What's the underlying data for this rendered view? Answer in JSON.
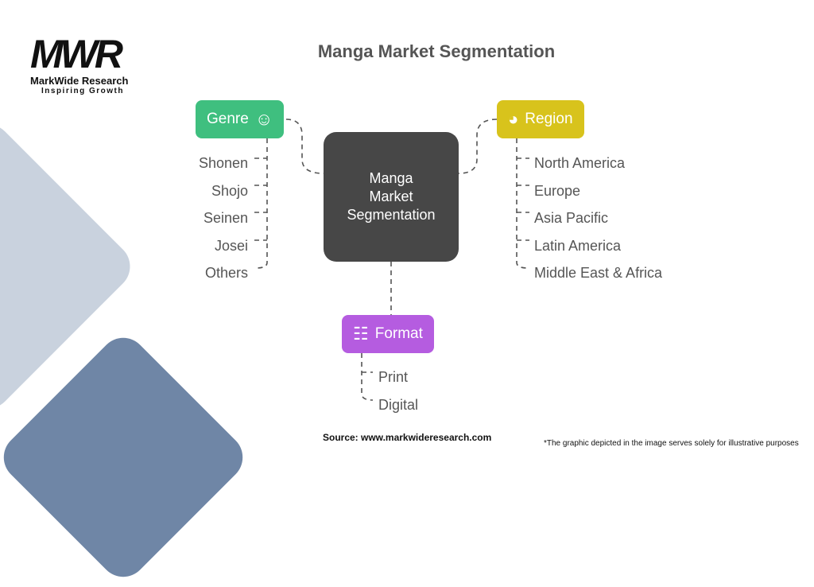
{
  "logo": {
    "mark": "MWR",
    "name": "MarkWide Research",
    "tagline": "Inspiring Growth"
  },
  "title": "Manga Market Segmentation",
  "center": {
    "line1": "Manga",
    "line2": "Market",
    "line3": "Segmentation"
  },
  "categories": [
    {
      "label": "Genre",
      "icon": "manga-face-icon",
      "color": "#3fbf7f",
      "items": [
        "Shonen",
        "Shojo",
        "Seinen",
        "Josei",
        "Others"
      ]
    },
    {
      "label": "Region",
      "icon": "globe-icon",
      "color": "#d8c31c",
      "items": [
        "North America",
        "Europe",
        "Asia Pacific",
        "Latin America",
        "Middle East & Africa"
      ]
    },
    {
      "label": "Format",
      "icon": "layout-list-icon",
      "color": "#b55ce0",
      "items": [
        "Print",
        "Digital"
      ]
    }
  ],
  "source": "Source: www.markwideresearch.com",
  "note": "*The graphic depicted in the image serves solely for illustrative purposes"
}
